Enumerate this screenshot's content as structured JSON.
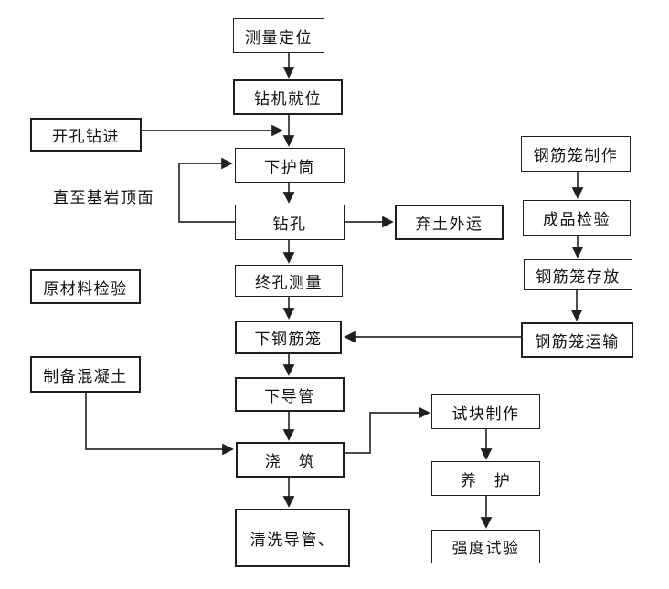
{
  "diagram": {
    "background_color": "#ffffff",
    "line_color": "#2e2e2e",
    "nodes": {
      "survey_positioning": {
        "label": "测量定位"
      },
      "drill_rig_in_place": {
        "label": "钻机就位"
      },
      "lower_casing": {
        "label": "下护筒"
      },
      "drilling": {
        "label": "钻孔"
      },
      "final_hole_survey": {
        "label": "终孔测量"
      },
      "lower_rebar_cage": {
        "label": "下钢筋笼"
      },
      "lower_tremie_pipe": {
        "label": "下导管"
      },
      "pouring": {
        "label": "浇　筑"
      },
      "clean_tremie_pipe": {
        "label": "清洗导管、"
      },
      "open_hole_drilling": {
        "label": "开孔钻进"
      },
      "raw_material_inspection": {
        "label": "原材料检验"
      },
      "prepare_concrete": {
        "label": "制备混凝土"
      },
      "spoil_removal": {
        "label": "弃土外运"
      },
      "rebar_cage_fabrication": {
        "label": "钢筋笼制作"
      },
      "finished_product_inspection": {
        "label": "成品检验"
      },
      "rebar_cage_storage": {
        "label": "钢筋笼存放"
      },
      "rebar_cage_transport": {
        "label": "钢筋笼运输"
      },
      "test_block_making": {
        "label": "试块制作"
      },
      "curing": {
        "label": "养　护"
      },
      "strength_test": {
        "label": "强度试验"
      }
    },
    "annotations": {
      "until_bedrock_top": "直至基岩顶面"
    }
  }
}
